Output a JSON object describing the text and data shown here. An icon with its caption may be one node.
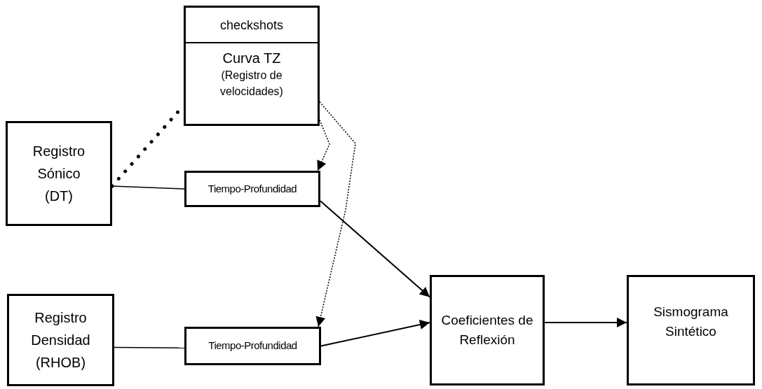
{
  "diagram": {
    "nodes": [
      {
        "text": [
          "checkshots",
          "Curva TZ",
          "(Registro de velocidades)"
        ]
      },
      {
        "text": [
          "Registro Sónico (DT)"
        ]
      },
      {
        "text": [
          "Tiempo-Profundidad"
        ]
      },
      {
        "text": [
          "Registro Densidad (RHOB)"
        ]
      },
      {
        "text": [
          "Tiempo-Profundidad"
        ]
      },
      {
        "text": [
          "Coeficientes de Reflexión"
        ]
      },
      {
        "text": [
          "Sismograma Sintético"
        ]
      }
    ],
    "edges": [
      {
        "from": 1,
        "to": 0,
        "arrow": "none",
        "style": "dashed"
      },
      {
        "from": 1,
        "to": 2,
        "arrow": "none"
      },
      {
        "from": 0,
        "to": 2,
        "arrow": "to",
        "style": "dashed"
      },
      {
        "from": 0,
        "to": 4,
        "arrow": "to",
        "style": "dashed"
      },
      {
        "from": 2,
        "to": 5,
        "arrow": "to"
      },
      {
        "from": 3,
        "to": 4,
        "arrow": "none"
      },
      {
        "from": 4,
        "to": 5,
        "arrow": "to"
      },
      {
        "from": 5,
        "to": 6,
        "arrow": "to"
      }
    ]
  }
}
